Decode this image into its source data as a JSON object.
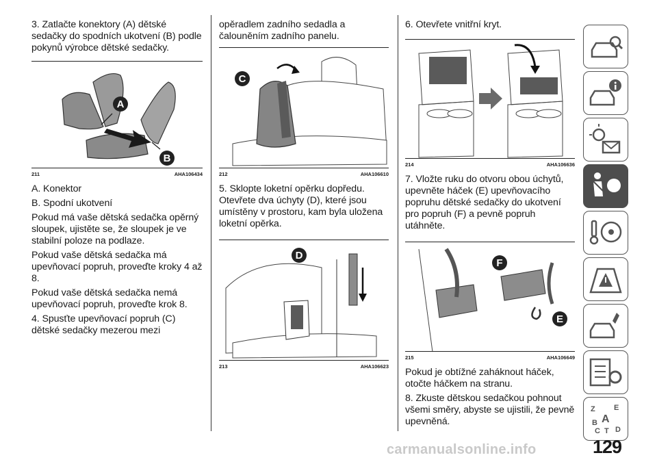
{
  "page_number": "129",
  "watermark": "carmanualsonline.info",
  "columns": {
    "col1": {
      "para1": "3. Zatlačte konektory (A) dětské sedačky do spodních ukotvení (B) podle pokynů výrobce dětské sedačky.",
      "figure": {
        "number": "211",
        "code": "AHA106434",
        "callouts": [
          "A",
          "B"
        ]
      },
      "para2": "A. Konektor",
      "para3": "B. Spodní ukotvení",
      "para4": "Pokud má vaše dětská sedačka opěrný sloupek, ujistěte se, že sloupek je ve stabilní poloze na podlaze.",
      "para5": "Pokud vaše dětská sedačka má upevňovací popruh, proveďte kroky 4 až 8.",
      "para6": "Pokud vaše dětská sedačka nemá upevňovací popruh, proveďte krok 8.",
      "para7": "4. Spusťte upevňovací popruh (C) dětské sedačky mezerou mezi"
    },
    "col2": {
      "para1": "opěradlem zadního sedadla a čalouněním zadního panelu.",
      "figure1": {
        "number": "212",
        "code": "AHA106610",
        "callouts": [
          "C"
        ]
      },
      "para2": "5. Sklopte loketní opěrku dopředu. Otevřete dva úchyty (D), které jsou umístěny v prostoru, kam byla uložena loketní opěrka.",
      "figure2": {
        "number": "213",
        "code": "AHA106623",
        "callouts": [
          "D"
        ]
      }
    },
    "col3": {
      "para1": "6. Otevřete vnitřní kryt.",
      "figure1": {
        "number": "214",
        "code": "AHA106636"
      },
      "para2": "7. Vložte ruku do otvoru obou úchytů, upevněte háček (E) upevňovacího popruhu dětské sedačky do ukotvení pro popruh (F) a pevně popruh utáhněte.",
      "figure2": {
        "number": "215",
        "code": "AHA106649",
        "callouts": [
          "F",
          "E"
        ]
      },
      "para3": "Pokud je obtížné zaháknout háček, otočte háčkem na stranu.",
      "para4": "8. Zkuste dětskou sedačkou pohnout všemi směry, abyste se ujistili, že pevně upevněná."
    }
  },
  "sidebar": {
    "tabs": [
      {
        "icon": "car-magnifier-icon",
        "active": false
      },
      {
        "icon": "car-info-icon",
        "active": false
      },
      {
        "icon": "warning-light-message-icon",
        "active": false
      },
      {
        "icon": "airbag-seatbelt-icon",
        "active": true
      },
      {
        "icon": "key-steering-wheel-icon",
        "active": false
      },
      {
        "icon": "road-warning-icon",
        "active": false
      },
      {
        "icon": "car-wrench-icon",
        "active": false
      },
      {
        "icon": "specifications-gear-icon",
        "active": false
      },
      {
        "icon": "alphabetical-index-icon",
        "active": false
      }
    ],
    "index_letters": [
      "Z",
      "E",
      "A",
      "B",
      "C",
      "T",
      "D"
    ]
  },
  "colors": {
    "active_tab": "#4d4d4d",
    "tab_border": "#555555",
    "illustration_fill": "#8c8c8c"
  }
}
